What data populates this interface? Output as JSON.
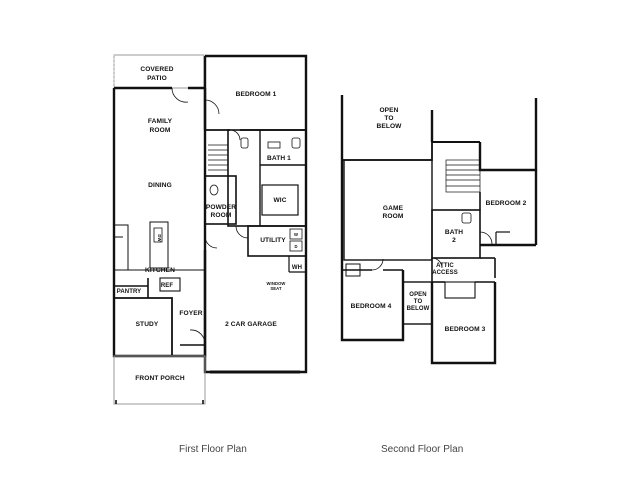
{
  "first_floor": {
    "caption": "First Floor Plan",
    "rooms": {
      "covered_patio": [
        "COVERED",
        "PATIO"
      ],
      "bedroom1": "BEDROOM 1",
      "family_room": [
        "FAMILY",
        "ROOM"
      ],
      "bath1": "BATH 1",
      "dining": "DINING",
      "wic": "WIC",
      "powder_room": [
        "POWDER",
        "ROOM"
      ],
      "utility": "UTILITY",
      "kitchen": "KITCHEN",
      "dw": "DW",
      "wh": "WH",
      "pantry": "PANTRY",
      "ref": "REF",
      "foyer": "FOYER",
      "study": "STUDY",
      "garage": "2 CAR GARAGE",
      "front_porch": "FRONT PORCH",
      "washer": "W",
      "dryer": "D",
      "window_seat": [
        "WINDOW",
        "SEAT"
      ]
    }
  },
  "second_floor": {
    "caption": "Second Floor Plan",
    "rooms": {
      "open_to_below_top": [
        "OPEN",
        "TO",
        "BELOW"
      ],
      "game_room": [
        "GAME",
        "ROOM"
      ],
      "bedroom2": "BEDROOM 2",
      "bath2": [
        "BATH",
        "2"
      ],
      "attic_access": [
        "ATTIC",
        "ACCESS"
      ],
      "bedroom4": "BEDROOM 4",
      "open_to_below_mid": [
        "OPEN",
        "TO",
        "BELOW"
      ],
      "bedroom3": "BEDROOM 3"
    }
  }
}
